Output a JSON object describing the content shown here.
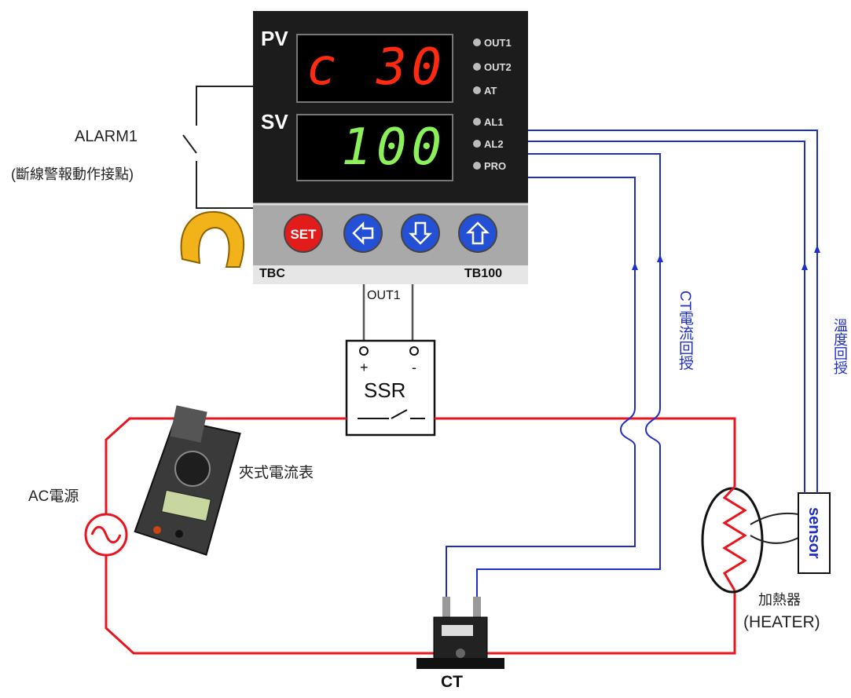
{
  "alarm": {
    "title": "ALARM1",
    "note": "(斷線警報動作接點)"
  },
  "controller": {
    "pv_tag": "PV",
    "sv_tag": "SV",
    "pv_value": "c 30",
    "sv_value": "100",
    "indicators": [
      "OUT1",
      "OUT2",
      "AT",
      "AL1",
      "AL2",
      "PRO"
    ],
    "buttons": [
      "SET",
      "left",
      "down",
      "up"
    ],
    "brand": "TBC",
    "model": "TB100",
    "pv_color": "#ff2a10",
    "sv_color": "#8cf05a"
  },
  "ssr": {
    "label": "SSR",
    "plus": "+",
    "minus": "-",
    "out_label": "OUT1"
  },
  "labels": {
    "ct_feedback": "CT電流回授",
    "temp_feedback": "溫度回授",
    "clamp_meter": "夾式電流表",
    "ac_power": "AC電源",
    "heater_cn": "加熱器",
    "heater_en": "(HEATER)",
    "ct": "CT",
    "sensor": "sensor"
  },
  "colors": {
    "power_loop": "#e8141e",
    "signal_wire": "#1f2ec8",
    "panel": "#1c1c1c"
  }
}
